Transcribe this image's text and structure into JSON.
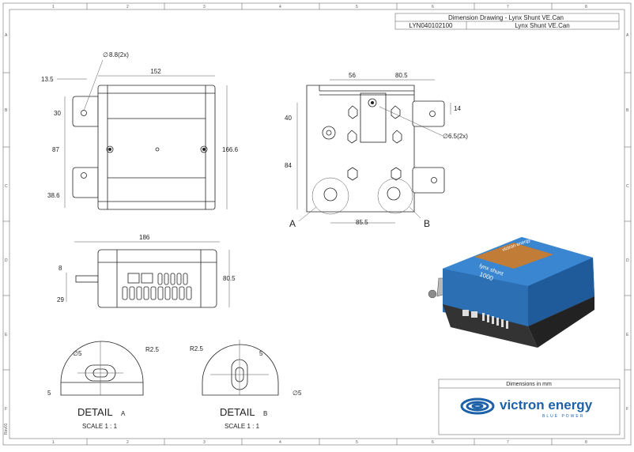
{
  "title_block": {
    "title": "Dimension Drawing - Lynx Shunt VE.Can",
    "part_number": "LYN040102100",
    "product_name": "Lynx Shunt VE.Can"
  },
  "frame": {
    "columns": [
      "1",
      "2",
      "3",
      "4",
      "5",
      "6",
      "7",
      "8"
    ],
    "rows": [
      "A",
      "B",
      "C",
      "D",
      "E",
      "F"
    ],
    "revision": "Rev01"
  },
  "top_view": {
    "hole_dia": "8.8(2x)",
    "dim_13_5": "13.5",
    "dim_152": "152",
    "dim_30": "30",
    "dim_87": "87",
    "dim_38_6": "38.6",
    "dim_166_6": "166.6"
  },
  "rear_view": {
    "dim_56": "56",
    "dim_80_5": "80.5",
    "dim_14": "14",
    "dim_40": "40",
    "dim_84": "84",
    "hole_dia": "6.5(2x)",
    "dim_85_5": "85.5",
    "callout_a": "A",
    "callout_b": "B"
  },
  "front_view": {
    "dim_186": "186",
    "dim_8": "8",
    "dim_80_5": "80.5",
    "dim_29": "29"
  },
  "detail_a": {
    "dia": "5",
    "radius": "R2.5",
    "dim_5": "5",
    "label": "DETAIL",
    "letter": "A",
    "scale": "SCALE 1 : 1"
  },
  "detail_b": {
    "radius": "R2.5",
    "dim_5": "5",
    "dia": "5",
    "label": "DETAIL",
    "letter": "B",
    "scale": "SCALE 1 : 1"
  },
  "product_label": {
    "line1": "lynx shunt",
    "line2": "1000",
    "brand": "victron energy"
  },
  "logo": {
    "units_note": "Dimensions in mm",
    "brand": "victron energy",
    "tagline": "BLUE POWER",
    "blue": "#1d62a8"
  }
}
